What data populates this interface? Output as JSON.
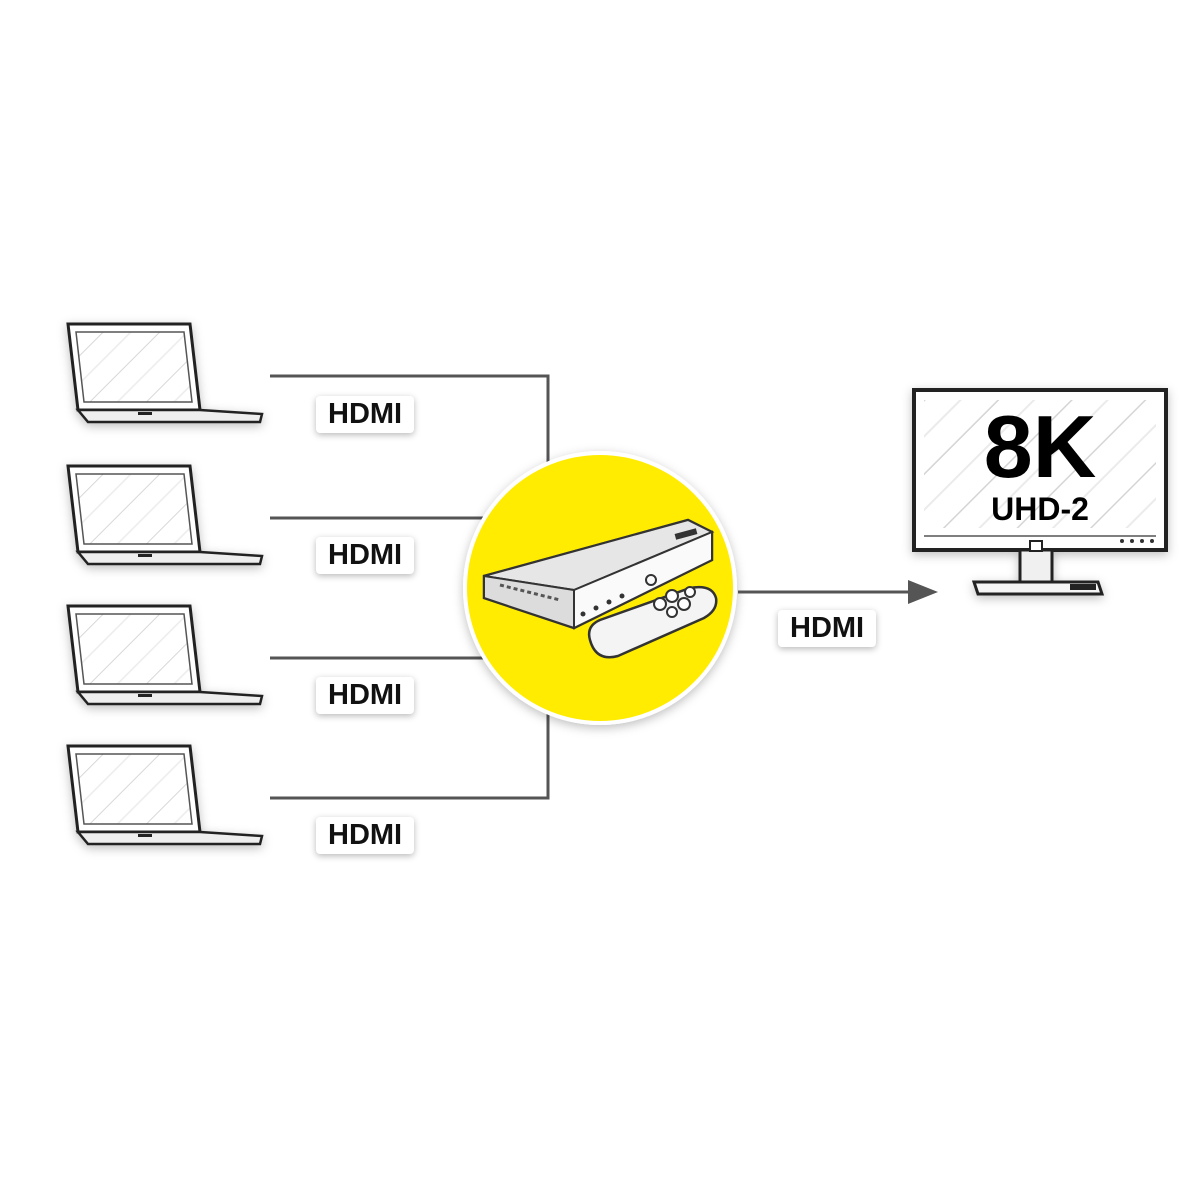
{
  "inputs": [
    {
      "label": "HDMI"
    },
    {
      "label": "HDMI"
    },
    {
      "label": "HDMI"
    },
    {
      "label": "HDMI"
    }
  ],
  "output": {
    "label": "HDMI"
  },
  "monitor": {
    "resolution": "8K",
    "standard": "UHD-2"
  },
  "colors": {
    "accent": "#FFEC00",
    "line": "#555555",
    "arrow": "#555555"
  },
  "icons": [
    "laptop-icon",
    "switch-device-icon",
    "remote-control-icon",
    "monitor-icon"
  ]
}
